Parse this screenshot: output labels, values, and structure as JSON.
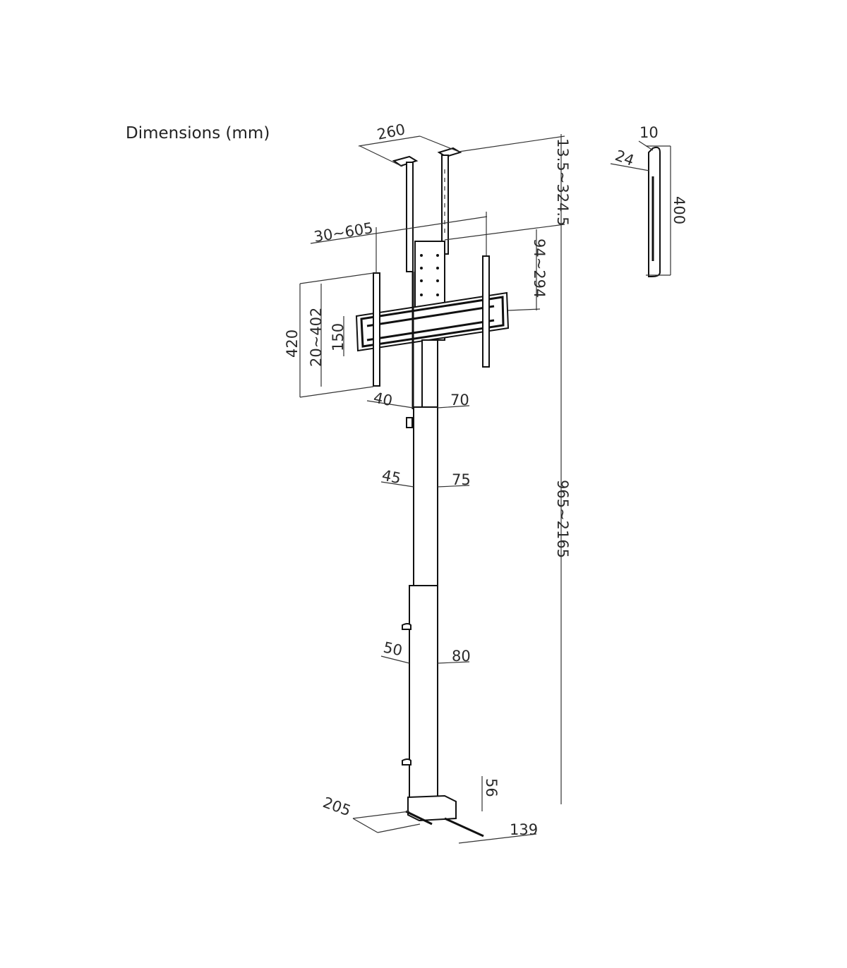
{
  "title": "Dimensions (mm)",
  "dimensions": {
    "ceiling_bracket_width": "260",
    "ceiling_drop": "13.5~324.5",
    "arm_spread": "30~605",
    "plate_offset": "94~294",
    "arm_length": "420",
    "vesa_vertical": "20~402",
    "plate_height": "150",
    "upper_tube_depth": "40",
    "upper_tube_width": "70",
    "mid_tube_depth": "45",
    "mid_tube_width": "75",
    "total_height": "965~2165",
    "lower_tube_depth": "50",
    "lower_tube_width": "80",
    "base_height": "56",
    "base_depth": "205",
    "base_width": "139",
    "side_thickness": "10",
    "side_depth": "24",
    "side_length": "400"
  }
}
